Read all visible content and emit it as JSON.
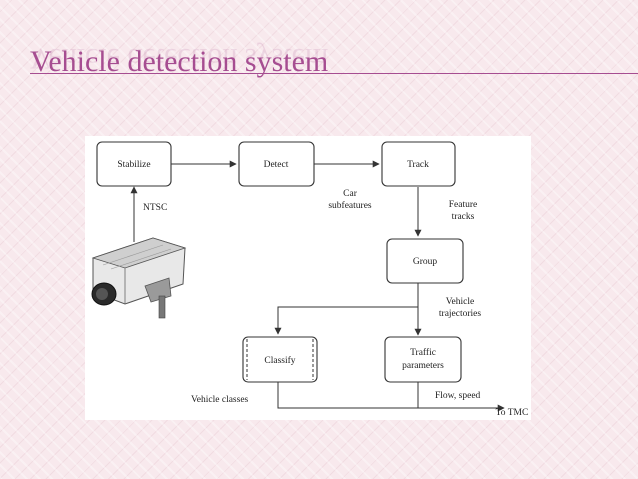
{
  "slide": {
    "title": "Vehicle detection system",
    "accent_color": "#a64d91"
  },
  "diagram": {
    "nodes": {
      "stabilize": "Stabilize",
      "detect": "Detect",
      "track": "Track",
      "group": "Group",
      "classify": "Classify",
      "traffic_line1": "Traffic",
      "traffic_line2": "parameters"
    },
    "edge_labels": {
      "ntsc": "NTSC",
      "car_line1": "Car",
      "car_line2": "subfeatures",
      "feature_line1": "Feature",
      "feature_line2": "tracks",
      "vehicle_line1": "Vehicle",
      "vehicle_line2": "trajectories",
      "vehicle_classes": "Vehicle classes",
      "flow_speed": "Flow, speed",
      "to_tmc": "To TMC"
    },
    "camera_icon": "camera-icon"
  }
}
